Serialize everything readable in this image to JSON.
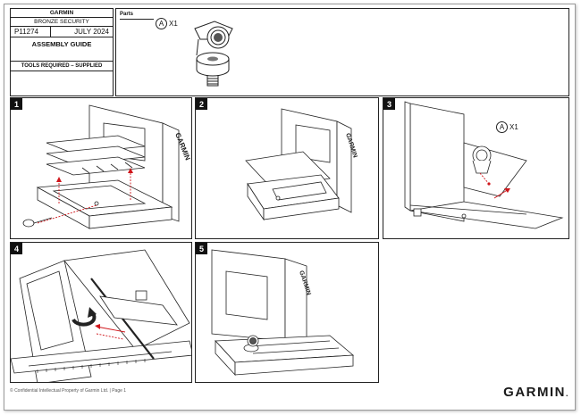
{
  "title_block": {
    "brand": "GARMIN",
    "product": "BRONZE SECURITY",
    "part_number": "P11274",
    "date": "JULY 2024",
    "doc_type": "ASSEMBLY GUIDE"
  },
  "tools": {
    "title": "TOOLS REQUIRED – SUPPLIED"
  },
  "parts": {
    "title": "Parts",
    "items": [
      {
        "letter": "A",
        "qty": "X1"
      }
    ]
  },
  "steps": [
    {
      "number": "1"
    },
    {
      "number": "2"
    },
    {
      "number": "3",
      "callout_letter": "A",
      "callout_qty": "X1"
    },
    {
      "number": "4"
    },
    {
      "number": "5"
    }
  ],
  "display_brand_text": "GARMIN",
  "footer": {
    "confidential": "© Confidential Intellectual Property of Garmin Ltd. | Page 1",
    "logo": "GARMIN",
    "logo_mark": "."
  },
  "colors": {
    "arrow": "#d0161b",
    "line": "#222222",
    "step_badge": "#111111"
  }
}
